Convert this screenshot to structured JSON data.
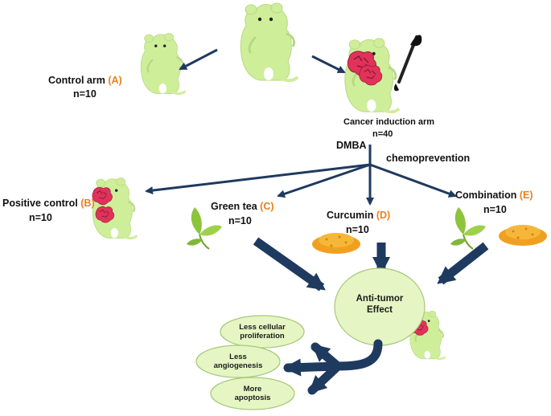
{
  "arms": {
    "control": {
      "name": "Control arm",
      "letter": "(A)",
      "n": "n=10"
    },
    "induction": {
      "name": "Cancer induction arm",
      "n": "n=40"
    },
    "dmba": "DMBA",
    "chemoprevention": "chemoprevention",
    "positive": {
      "name": "Positive control",
      "letter": "(B)",
      "n": "n=10"
    },
    "green_tea": {
      "name": "Green tea",
      "letter": "(C)",
      "n": "n=10"
    },
    "curcumin": {
      "name": "Curcumin",
      "letter": "(D)",
      "n": "n=10"
    },
    "combination": {
      "name": "Combination",
      "letter": "(E)",
      "n": "n=10"
    }
  },
  "effect": {
    "title_line1": "Anti-tumor",
    "title_line2": "Effect",
    "outcomes": [
      {
        "line1": "Less cellular",
        "line2": "proliferation"
      },
      {
        "line1": "Less",
        "line2": "angiogenesis"
      },
      {
        "line1": "More",
        "line2": "apoptosis"
      }
    ]
  },
  "colors": {
    "arrow": "#1f3a5f",
    "rat_fill": "#cfee9a",
    "tumor": "#e0325a",
    "ellipse_fill": "#e6f5c4",
    "leaf": "#8cc43c",
    "curcumin": "#f0a020",
    "letter": "#e8801e"
  }
}
